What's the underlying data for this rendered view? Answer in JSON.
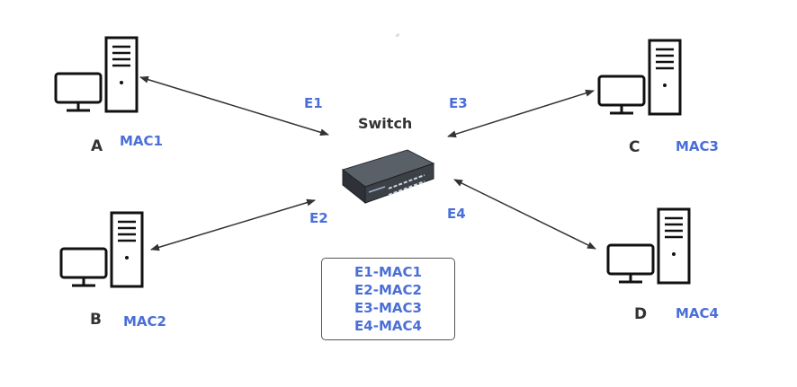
{
  "switch": {
    "label": "Switch"
  },
  "hosts": [
    {
      "letter": "A",
      "mac": "MAC1",
      "port": "E1"
    },
    {
      "letter": "B",
      "mac": "MAC2",
      "port": "E2"
    },
    {
      "letter": "C",
      "mac": "MAC3",
      "port": "E3"
    },
    {
      "letter": "D",
      "mac": "MAC4",
      "port": "E4"
    }
  ],
  "mac_table": {
    "rows": [
      "E1-MAC1",
      "E2-MAC2",
      "E3-MAC3",
      "E4-MAC4"
    ]
  },
  "colors": {
    "accent": "#4a6fd8",
    "text": "#333333",
    "line": "#333333"
  }
}
